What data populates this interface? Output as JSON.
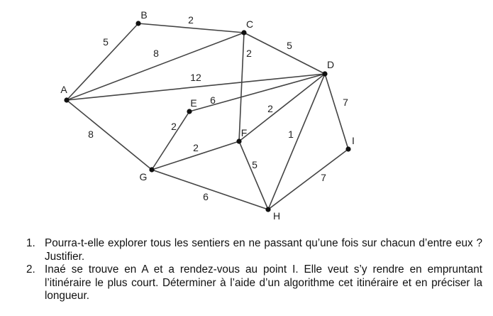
{
  "graph": {
    "nodes": [
      "A",
      "B",
      "C",
      "D",
      "E",
      "F",
      "G",
      "H",
      "I"
    ],
    "edges": [
      {
        "from": "A",
        "to": "B",
        "weight": "5"
      },
      {
        "from": "B",
        "to": "C",
        "weight": "2"
      },
      {
        "from": "A",
        "to": "C",
        "weight": "8"
      },
      {
        "from": "C",
        "to": "F",
        "weight": "2"
      },
      {
        "from": "C",
        "to": "D",
        "weight": "5"
      },
      {
        "from": "A",
        "to": "D",
        "weight": "12"
      },
      {
        "from": "E",
        "to": "D",
        "weight": "6"
      },
      {
        "from": "F",
        "to": "D",
        "weight": "2"
      },
      {
        "from": "D",
        "to": "I",
        "weight": "7"
      },
      {
        "from": "A",
        "to": "G",
        "weight": "8"
      },
      {
        "from": "G",
        "to": "E",
        "weight": "2"
      },
      {
        "from": "G",
        "to": "F",
        "weight": "2"
      },
      {
        "from": "D",
        "to": "H",
        "weight": "1"
      },
      {
        "from": "F",
        "to": "H",
        "weight": "5"
      },
      {
        "from": "I",
        "to": "H",
        "weight": "7"
      },
      {
        "from": "G",
        "to": "H",
        "weight": "6"
      }
    ]
  },
  "questions": [
    {
      "number": "1.",
      "text": "Pourra-t-elle explorer tous les sentiers en ne passant qu’une fois sur chacun d’entre eux ? Justifier."
    },
    {
      "number": "2.",
      "text": "Inaé se trouve en A et a rendez-vous au point I. Elle veut s’y rendre en empruntant l’itinéraire le plus court. Déterminer à l’aide d’un algorithme cet itinéraire et en préciser la longueur."
    }
  ]
}
